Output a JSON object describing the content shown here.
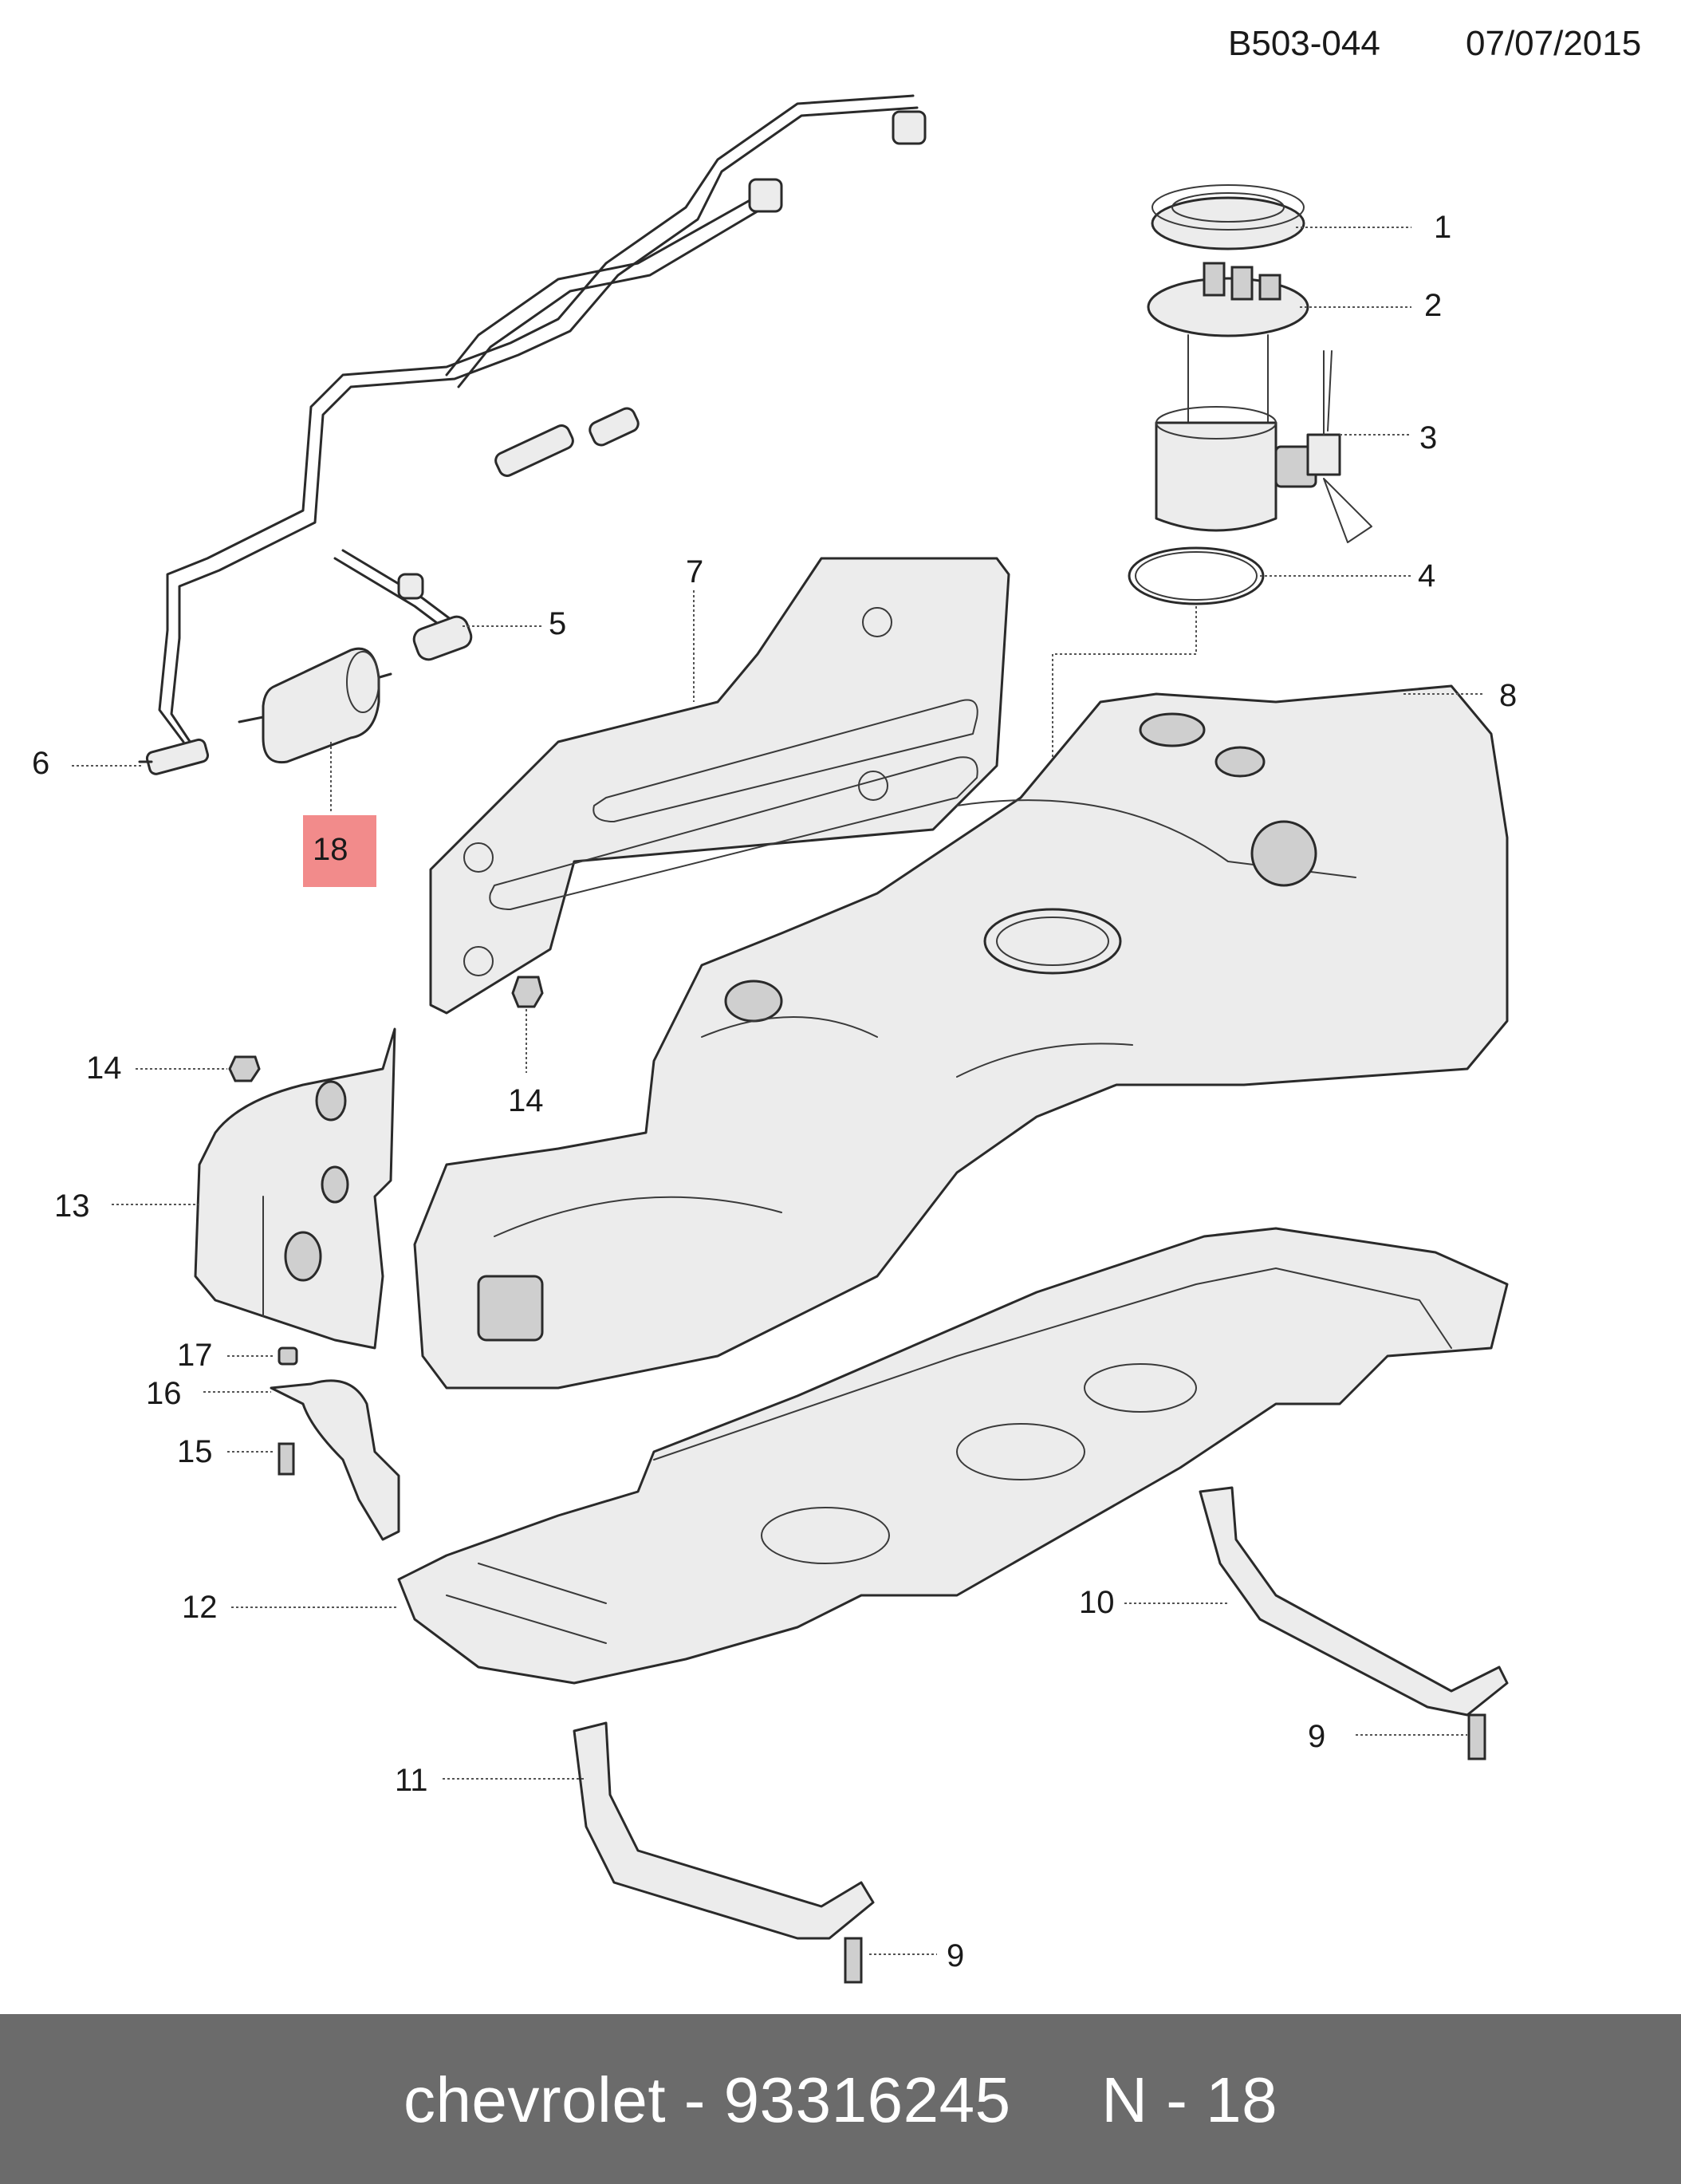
{
  "header": {
    "code": "B503-044",
    "date": "07/07/2015"
  },
  "callouts": {
    "c1": "1",
    "c2": "2",
    "c3": "3",
    "c4": "4",
    "c5": "5",
    "c6": "6",
    "c7": "7",
    "c8": "8",
    "c9a": "9",
    "c9b": "9",
    "c10": "10",
    "c11": "11",
    "c12": "12",
    "c13": "13",
    "c14a": "14",
    "c14b": "14",
    "c15": "15",
    "c16": "16",
    "c17": "17",
    "c18": "18"
  },
  "highlight_color": "#f28b8b",
  "footer": {
    "text": "chevrolet - 93316245     N - 18"
  }
}
